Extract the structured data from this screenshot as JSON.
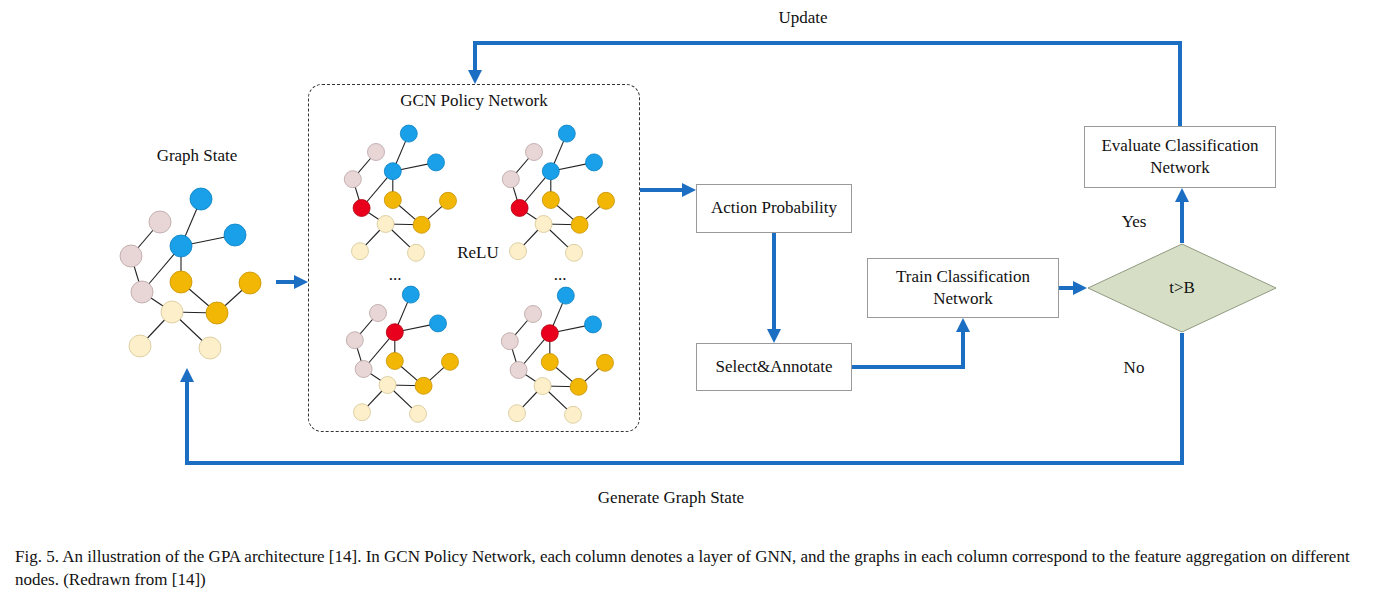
{
  "diagram": {
    "caption": "Fig. 5. An illustration of the GPA architecture [14]. In GCN Policy Network, each column denotes a layer of GNN, and the graphs in each column correspond to the feature aggregation on different nodes. (Redrawn from [14])",
    "nodes": [
      {
        "text": [
          "Graph State"
        ]
      },
      {
        "text": [
          "GCN Policy Network"
        ]
      },
      {
        "text": [
          "Action Probability"
        ]
      },
      {
        "text": [
          "Select&Annotate"
        ]
      },
      {
        "text": [
          "Train Classification Network"
        ]
      },
      {
        "text": [
          "t>B"
        ]
      },
      {
        "text": [
          "Evaluate Classification Network"
        ]
      }
    ],
    "edges": [
      {
        "from": 0,
        "to": 1,
        "arrow": "to"
      },
      {
        "from": 1,
        "to": 2,
        "arrow": "to"
      },
      {
        "from": 2,
        "to": 3,
        "arrow": "to"
      },
      {
        "from": 3,
        "to": 4,
        "arrow": "to"
      },
      {
        "from": 4,
        "to": 5,
        "arrow": "to"
      },
      {
        "from": 5,
        "to": 6,
        "label": "Yes",
        "arrow": "to"
      },
      {
        "from": 6,
        "to": 1,
        "arrow": "to"
      },
      {
        "from": 5,
        "to": 0,
        "label": "No",
        "arrow": "to"
      }
    ],
    "labels": [
      "Update",
      "ReLU",
      "...",
      "...",
      "Generate Graph State"
    ]
  }
}
